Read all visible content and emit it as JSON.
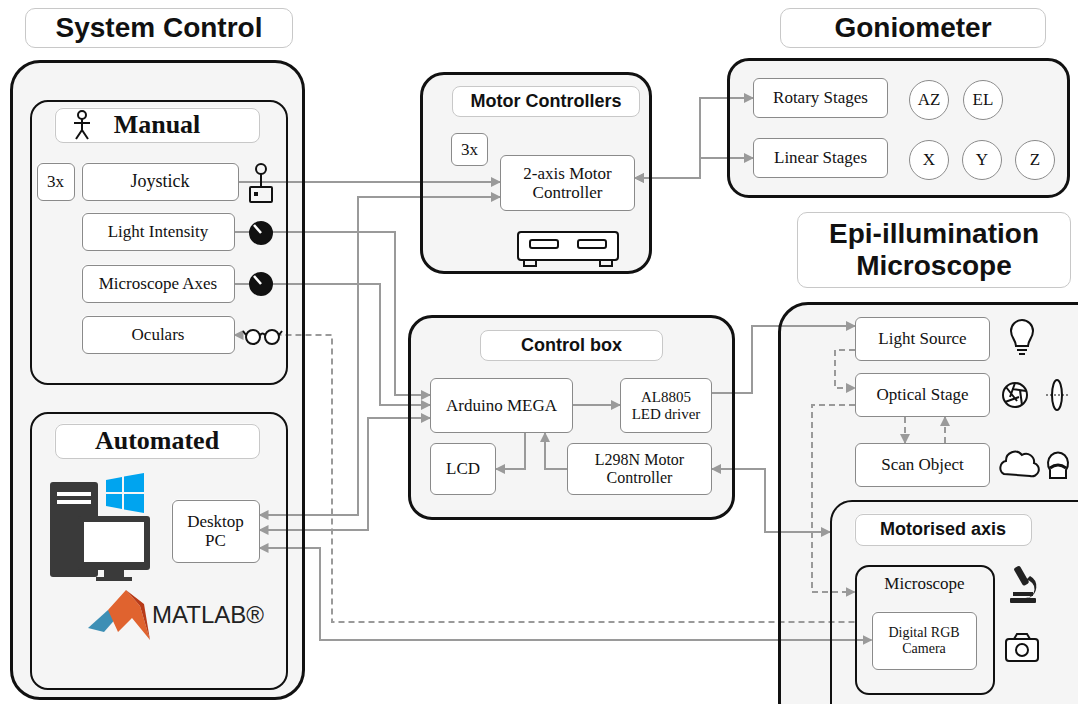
{
  "diagram": {
    "nodes": [
      {
        "text": [
          "System Control"
        ]
      },
      {
        "text": [
          "Manual"
        ],
        "in": 0
      },
      {
        "text": [
          "3x"
        ],
        "in": 1
      },
      {
        "text": [
          "Joystick"
        ],
        "in": 1
      },
      {
        "text": [
          "Light Intensity"
        ],
        "in": 1
      },
      {
        "text": [
          "Microscope Axes"
        ],
        "in": 1
      },
      {
        "text": [
          "Oculars"
        ],
        "in": 1
      },
      {
        "text": [
          "Automated"
        ],
        "in": 0
      },
      {
        "text": [
          "Desktop PC"
        ],
        "in": 7
      },
      {
        "text": [
          "Motor Controllers"
        ]
      },
      {
        "text": [
          "3x"
        ],
        "in": 9
      },
      {
        "text": [
          "2-axis Motor Controller"
        ],
        "in": 9
      },
      {
        "text": [
          "Goniometer"
        ]
      },
      {
        "text": [
          "Rotary Stages"
        ],
        "in": 12
      },
      {
        "text": [
          "AZ"
        ],
        "in": 12
      },
      {
        "text": [
          "EL"
        ],
        "in": 12
      },
      {
        "text": [
          "Linear Stages"
        ],
        "in": 12
      },
      {
        "text": [
          "X"
        ],
        "in": 12
      },
      {
        "text": [
          "Y"
        ],
        "in": 12
      },
      {
        "text": [
          "Z"
        ],
        "in": 12
      },
      {
        "text": [
          "Control box"
        ]
      },
      {
        "text": [
          "Arduino MEGA"
        ],
        "in": 20
      },
      {
        "text": [
          "AL8805 LED driver"
        ],
        "in": 20
      },
      {
        "text": [
          "LCD"
        ],
        "in": 20
      },
      {
        "text": [
          "L298N Motor Controller"
        ],
        "in": 20
      },
      {
        "text": [
          "Epi-illumination Microscope"
        ]
      },
      {
        "text": [
          "Light Source"
        ],
        "in": 25
      },
      {
        "text": [
          "Optical Stage"
        ],
        "in": 25
      },
      {
        "text": [
          "Scan Object"
        ],
        "in": 25
      },
      {
        "text": [
          "Motorised axis"
        ],
        "in": 25
      },
      {
        "text": [
          "Microscope"
        ],
        "in": 29
      },
      {
        "text": [
          "Digital RGB Camera"
        ],
        "in": 30
      }
    ],
    "edges": [
      {
        "from": 3,
        "to": 11,
        "arrow": "to"
      },
      {
        "from": 8,
        "to": 11,
        "arrow": "both"
      },
      {
        "from": 4,
        "to": 21,
        "arrow": "to"
      },
      {
        "from": 5,
        "to": 21,
        "arrow": "to"
      },
      {
        "from": 8,
        "to": 21,
        "arrow": "both"
      },
      {
        "from": 21,
        "to": 22,
        "arrow": "to"
      },
      {
        "from": 21,
        "to": 23,
        "arrow": "to"
      },
      {
        "from": 24,
        "to": 21,
        "arrow": "to"
      },
      {
        "from": 11,
        "to": 13,
        "arrow": "both"
      },
      {
        "from": 11,
        "to": 16,
        "arrow": "both"
      },
      {
        "from": 22,
        "to": 26,
        "arrow": "to"
      },
      {
        "from": 24,
        "to": 29,
        "arrow": "both"
      },
      {
        "from": 8,
        "to": 31,
        "arrow": "both"
      },
      {
        "from": 30,
        "to": 6,
        "arrow": "to"
      },
      {
        "from": 26,
        "to": 27,
        "arrow": "to"
      },
      {
        "from": 27,
        "to": 28,
        "arrow": "to"
      },
      {
        "from": 28,
        "to": 27,
        "arrow": "to"
      },
      {
        "from": 27,
        "to": 30,
        "arrow": "to"
      }
    ],
    "labels": [
      "MATLAB®"
    ]
  }
}
